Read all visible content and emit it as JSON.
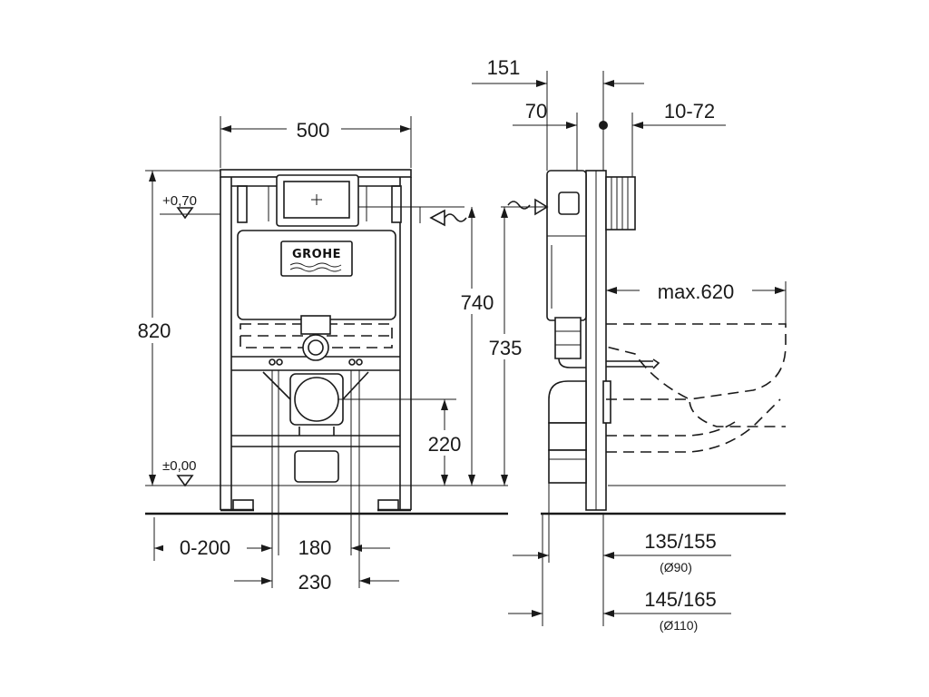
{
  "front_view": {
    "width_dim": "500",
    "height_dim": "820",
    "level_top": "+0,70",
    "level_floor": "±0,00",
    "brand_logo": "GROHE",
    "drain_height_dim": "220",
    "offset_dim": "0-200",
    "dim_180": "180",
    "dim_230": "230"
  },
  "side_view": {
    "dim_151": "151",
    "dim_70": "70",
    "dim_10_72": "10-72",
    "dim_740": "740",
    "dim_735": "735",
    "max_620": "max.620",
    "dim_135_155": "135/155",
    "dim_d90": "(Ø90)",
    "dim_145_165": "145/165",
    "dim_d110": "(Ø110)"
  }
}
